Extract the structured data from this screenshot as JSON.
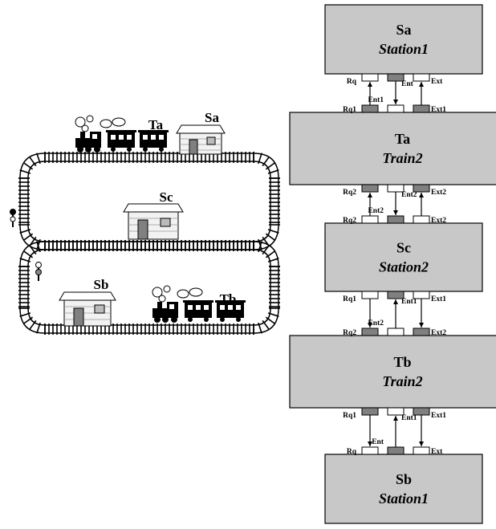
{
  "figure": {
    "scene": {
      "trains": [
        {
          "id": "train-a",
          "label": "Ta"
        },
        {
          "id": "train-b",
          "label": "Tb"
        }
      ],
      "stations": [
        {
          "id": "station-a",
          "label": "Sa"
        },
        {
          "id": "station-c",
          "label": "Sc"
        },
        {
          "id": "station-b",
          "label": "Sb"
        }
      ]
    },
    "blocks": [
      {
        "id": "sa",
        "name": "Sa",
        "type": "Station1"
      },
      {
        "id": "ta",
        "name": "Ta",
        "type": "Train2"
      },
      {
        "id": "sc",
        "name": "Sc",
        "type": "Station2"
      },
      {
        "id": "tb",
        "name": "Tb",
        "type": "Train2"
      },
      {
        "id": "sb",
        "name": "Sb",
        "type": "Station1"
      }
    ],
    "connections": [
      {
        "upper_ports": [
          "Rq",
          "Ent",
          "Ext"
        ],
        "lower_ports": [
          "Rq1",
          "Ent1",
          "Ext1"
        ],
        "arrows": [
          "up",
          "down",
          "up"
        ]
      },
      {
        "upper_ports": [
          "Rq2",
          "Ent2",
          "Ext2"
        ],
        "lower_ports": [
          "Rq2",
          "Ent2",
          "Ext2"
        ],
        "arrows": [
          "up",
          "down",
          "up"
        ]
      },
      {
        "upper_ports": [
          "Rq1",
          "Ent1",
          "Ext1"
        ],
        "lower_ports": [
          "Rq2",
          "Ent2",
          "Ext2"
        ],
        "arrows": [
          "down",
          "up",
          "down"
        ]
      },
      {
        "upper_ports": [
          "Rq1",
          "Ent1",
          "Ext1"
        ],
        "lower_ports": [
          "Rq",
          "Ent",
          "Ext"
        ],
        "arrows": [
          "down",
          "up",
          "down"
        ]
      }
    ],
    "colors": {
      "block_fill": "#c8c8c8",
      "port_dark": "#808080",
      "port_light": "#ffffff",
      "ink": "#000000",
      "house_fill": "#f2f2f2"
    }
  }
}
